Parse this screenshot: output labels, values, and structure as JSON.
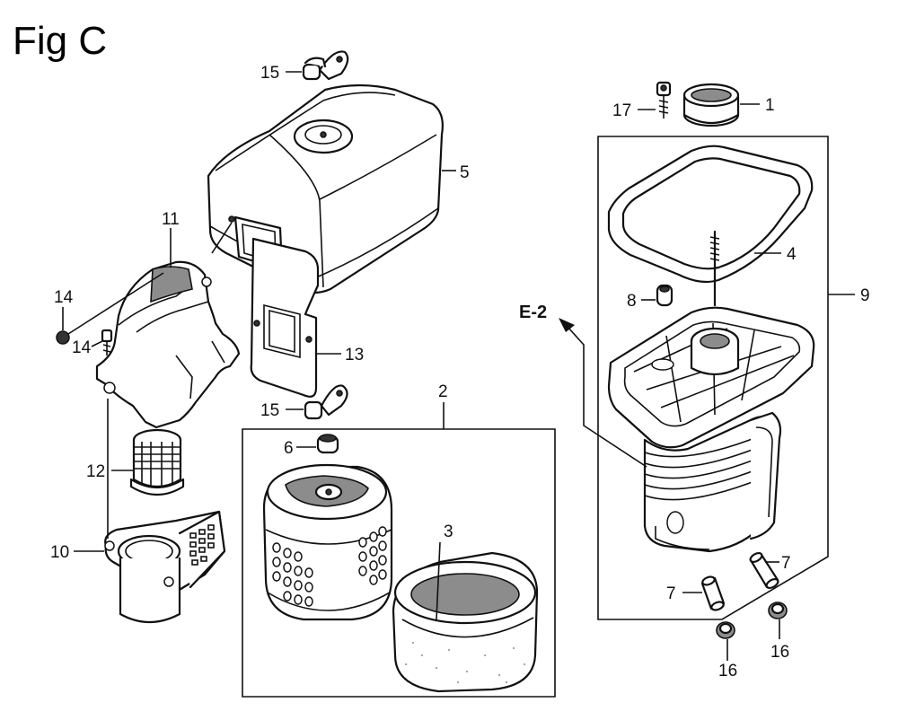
{
  "figure": {
    "title": "Fig C"
  },
  "callouts": {
    "c1": "1",
    "c2": "2",
    "c3": "3",
    "c4": "4",
    "c5": "5",
    "c6": "6",
    "c7a": "7",
    "c7b": "7",
    "c8": "8",
    "c9": "9",
    "c10": "10",
    "c11": "11",
    "c12": "12",
    "c13": "13",
    "c14a": "14",
    "c14b": "14",
    "c15a": "15",
    "c15b": "15",
    "c16a": "16",
    "c16b": "16",
    "c17": "17"
  },
  "reference": {
    "label": "E-2"
  }
}
